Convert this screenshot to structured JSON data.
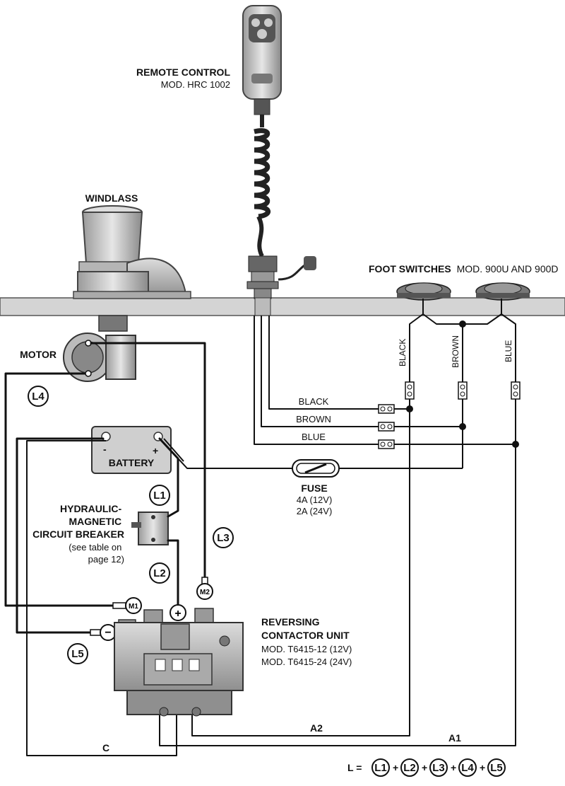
{
  "labels": {
    "remote_title": "REMOTE CONTROL",
    "remote_model": "MOD. HRC 1002",
    "windlass": "WINDLASS",
    "foot_title": "FOOT SWITCHES",
    "foot_model": "MOD. 900U AND 900D",
    "motor": "MOTOR",
    "battery": "BATTERY",
    "battery_minus": "-",
    "battery_plus": "+",
    "fuse_title": "FUSE",
    "fuse_12v": "4A (12V)",
    "fuse_24v": "2A (24V)",
    "breaker_line1": "HYDRAULIC-",
    "breaker_line2": "MAGNETIC",
    "breaker_line3": "CIRCUIT BREAKER",
    "breaker_line4": "(see table on",
    "breaker_line5": "page 12)",
    "contactor_line1": "REVERSING",
    "contactor_line2": "CONTACTOR UNIT",
    "contactor_model_12": "MOD. T6415-12 (12V)",
    "contactor_model_24": "MOD. T6415-24 (24V)",
    "wire_black": "BLACK",
    "wire_brown": "BROWN",
    "wire_blue": "BLUE",
    "wire_black_v": "BLACK",
    "wire_brown_v": "BROWN",
    "wire_blue_v": "BLUE",
    "cable_a2": "A2",
    "cable_a1": "A1",
    "cable_c": "C"
  },
  "tags": {
    "l1": "L1",
    "l2": "L2",
    "l3": "L3",
    "l4": "L4",
    "l5": "L5",
    "m1": "M1",
    "m2": "M2",
    "plus": "+",
    "minus": "−"
  },
  "formula": {
    "prefix": "L =",
    "terms": [
      "L1",
      "L2",
      "L3",
      "L4",
      "L5"
    ],
    "op": "+"
  },
  "colors": {
    "deck": "#d4d4d4",
    "device": "#c8c8c8",
    "device_dark": "#8a8a8a",
    "wire": "#111111"
  }
}
